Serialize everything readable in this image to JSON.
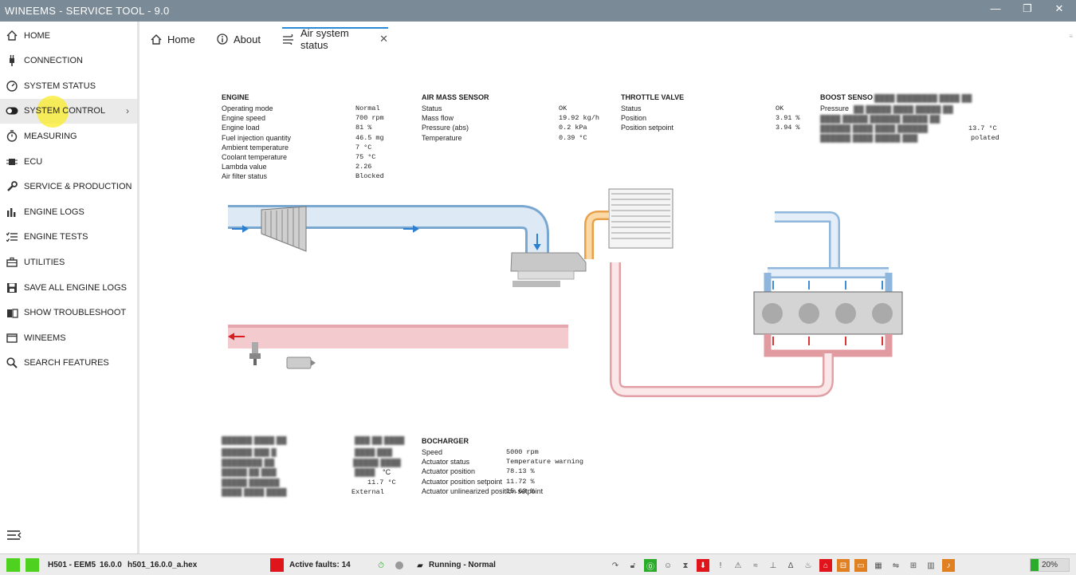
{
  "window": {
    "title": "WINEEMS - SERVICE TOOL - 9.0",
    "minimize": "—",
    "maximize": "❐",
    "close": "✕"
  },
  "sidebar": {
    "items": [
      {
        "label": "HOME",
        "icon": "home-icon"
      },
      {
        "label": "CONNECTION",
        "icon": "plug-icon"
      },
      {
        "label": "SYSTEM STATUS",
        "icon": "gauge-icon"
      },
      {
        "label": "SYSTEM CONTROL",
        "icon": "toggle-icon",
        "active": true
      },
      {
        "label": "MEASURING",
        "icon": "stopwatch-icon"
      },
      {
        "label": "ECU",
        "icon": "chip-icon"
      },
      {
        "label": "SERVICE & PRODUCTION",
        "icon": "wrench-icon"
      },
      {
        "label": "ENGINE LOGS",
        "icon": "bar-chart-icon"
      },
      {
        "label": "ENGINE TESTS",
        "icon": "checklist-icon"
      },
      {
        "label": "UTILITIES",
        "icon": "briefcase-icon"
      },
      {
        "label": "SAVE ALL ENGINE LOGS",
        "icon": "save-icon"
      },
      {
        "label": "SHOW TROUBLESHOOT",
        "icon": "book-icon"
      },
      {
        "label": "WINEEMS",
        "icon": "window-icon"
      },
      {
        "label": "SEARCH FEATURES",
        "icon": "search-icon"
      }
    ]
  },
  "tabs": [
    {
      "label": "Home"
    },
    {
      "label": "About"
    },
    {
      "label": "Air system status",
      "active": true,
      "close": "✕"
    }
  ],
  "engine": {
    "title": "ENGINE",
    "rows": [
      {
        "label": "Operating mode",
        "value": "Normal",
        "unit": ""
      },
      {
        "label": "Engine speed",
        "value": "700",
        "unit": "rpm"
      },
      {
        "label": "Engine load",
        "value": "81",
        "unit": "%"
      },
      {
        "label": "Fuel injection quantity",
        "value": "46.5",
        "unit": "mg"
      },
      {
        "label": "Ambient temperature",
        "value": "7",
        "unit": "°C"
      },
      {
        "label": "Coolant temperature",
        "value": "75",
        "unit": "°C"
      },
      {
        "label": "Lambda value",
        "value": "2.26",
        "unit": ""
      },
      {
        "label": "Air filter status",
        "value": "Blocked",
        "unit": ""
      }
    ]
  },
  "air_mass": {
    "title": "AIR MASS SENSOR",
    "rows": [
      {
        "label": "Status",
        "value": "OK",
        "unit": ""
      },
      {
        "label": "Mass flow",
        "value": "19.92",
        "unit": "kg/h"
      },
      {
        "label": "Pressure (abs)",
        "value": "0.2",
        "unit": "kPa"
      },
      {
        "label": "Temperature",
        "value": "0.39",
        "unit": "°C"
      }
    ]
  },
  "throttle": {
    "title": "THROTTLE VALVE",
    "rows": [
      {
        "label": "Status",
        "value": "OK",
        "unit": ""
      },
      {
        "label": "Position",
        "value": "3.91",
        "unit": "%"
      },
      {
        "label": "Position setpoint",
        "value": "3.94",
        "unit": "%"
      }
    ]
  },
  "boost": {
    "title": "BOOST SENSO",
    "row1": "Pressure",
    "row3_value": "13.7 °C",
    "row4_text": "polated"
  },
  "turbo": {
    "title": "BOCHARGER",
    "rows": [
      {
        "label": "Speed",
        "value": "5000",
        "unit": "rpm"
      },
      {
        "label": "Actuator  status",
        "value": "Temperature warning",
        "unit": ""
      },
      {
        "label": "Actuator position",
        "value": "78.13",
        "unit": "%"
      },
      {
        "label": "Actuator position setpoint",
        "value": "11.72",
        "unit": "%"
      },
      {
        "label": "Actuator unlinearized position setpoint",
        "value": "15.63",
        "unit": "%"
      }
    ]
  },
  "exhaust": {
    "partial_values": [
      "°C",
      "11.7 °C",
      "External"
    ]
  },
  "status": {
    "device": "H501 - EEM5",
    "version": "16.0.0",
    "file": "h501_16.0.0_a.hex",
    "faults": "Active faults: 14",
    "engine_state": "Running - Normal",
    "zoom": "20%",
    "colors": {
      "fault": "#e0141b",
      "green": "#4fd11f",
      "progress": "#2aab2a"
    }
  }
}
